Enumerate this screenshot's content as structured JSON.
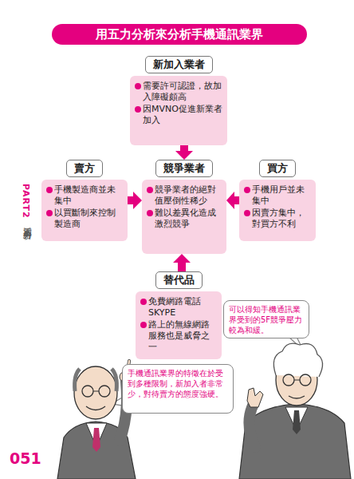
{
  "diagram": {
    "title": "用五力分析來分析手機通訊業界",
    "nodes": [
      {
        "text": [
          "新加入業者",
          "需要許可認證，故加入障礙頗高",
          "因MVNO促進新業者加入"
        ]
      },
      {
        "text": [
          "賣方",
          "手機製造商並未集中",
          "以買斷制來控制製造商"
        ]
      },
      {
        "text": [
          "競爭業者",
          "競爭業者的絕對值壓倒性稀少",
          "難以差異化造成激烈競爭"
        ]
      },
      {
        "text": [
          "買方",
          "手機用戶並未集中",
          "因賣方集中，對買方不利"
        ]
      },
      {
        "text": [
          "替代品",
          "免費網路電話SKYPE",
          "路上的無線網路服務也是威脅之一"
        ]
      },
      {
        "text": [
          "可以得知手機通訊業界受到的5F競爭壓力較為和緩。"
        ]
      },
      {
        "text": [
          "手機通訊業界的特徵在於受到多種限制，新加入者非常少，對待賣方的態度強硬。"
        ]
      }
    ],
    "edges": [
      {
        "from": 0,
        "to": 2,
        "arrow": "to"
      },
      {
        "from": 1,
        "to": 2,
        "arrow": "to"
      },
      {
        "from": 3,
        "to": 2,
        "arrow": "to"
      },
      {
        "from": 4,
        "to": 2,
        "arrow": "to"
      }
    ],
    "labels": [
      "PART2",
      "活用五力分析",
      "051"
    ]
  }
}
